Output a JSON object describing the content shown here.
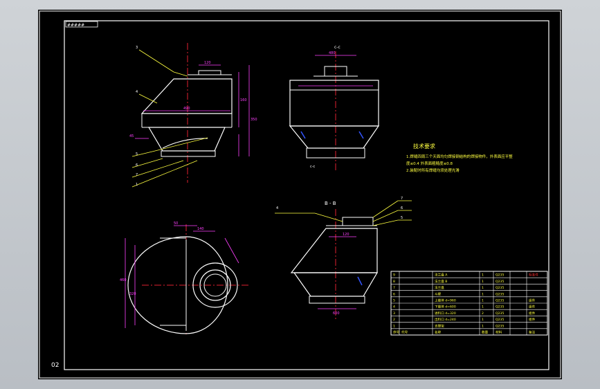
{
  "drawing": {
    "title_tag": "#####",
    "page_number": "02",
    "section_top_label": "c-c",
    "section_bottom_label": "c-c",
    "section_b_label": "B - B"
  },
  "tech_requirements": {
    "title": "技术要求",
    "lines": [
      "1.焊缝四周三个天面均匀焊接钢结构的焊接物件，外表面应平整",
      "度≤0.4  外表面粗糙度≤0.8",
      "2.装配时所有焊缝均须处理光滑"
    ]
  },
  "part_labels_left": [
    "3",
    "4",
    "5",
    "6",
    "7",
    "1"
  ],
  "part_labels_right": [
    "7",
    "6",
    "5"
  ],
  "part_label_b": "4",
  "dimensions": {
    "top_width": "120",
    "mid_width": "490",
    "height_main": "160",
    "height_total": "350",
    "base_width": "600",
    "side_a": "45",
    "plan_height": "460",
    "plan_inner": "320",
    "plan_top": "140",
    "plan_off": "50",
    "section_dim": "120",
    "right_top": "480"
  },
  "bom": {
    "rows": [
      {
        "no": "9",
        "code": "",
        "name": "法兰盘 A",
        "qty": "1",
        "mat": "Q235",
        "note": "标准件"
      },
      {
        "no": "8",
        "code": "",
        "name": "法兰盘 B",
        "qty": "1",
        "mat": "Q235",
        "note": ""
      },
      {
        "no": "7",
        "code": "",
        "name": "法兰盘",
        "qty": "1",
        "mat": "Q235",
        "note": ""
      },
      {
        "no": "6",
        "code": "",
        "name": "斗壁",
        "qty": "1",
        "mat": "Q235",
        "note": ""
      },
      {
        "no": "5",
        "code": "",
        "name": "上锥体 d=960",
        "qty": "1",
        "mat": "Q235",
        "note": "组件"
      },
      {
        "no": "4",
        "code": "",
        "name": "下锥体 d=600",
        "qty": "1",
        "mat": "Q235",
        "note": "组件"
      },
      {
        "no": "3",
        "code": "",
        "name": "进料口 d=320",
        "qty": "2",
        "mat": "Q235",
        "note": "组件"
      },
      {
        "no": "2",
        "code": "",
        "name": "出料口 d=240",
        "qty": "1",
        "mat": "Q235",
        "note": "组件"
      },
      {
        "no": "1",
        "code": "",
        "name": "支撑架",
        "qty": "1",
        "mat": "Q235",
        "note": ""
      }
    ],
    "header": {
      "no": "序号",
      "code": "代号",
      "name": "名称",
      "qty": "数量",
      "mat": "材料",
      "note": "备注"
    }
  },
  "colors": {
    "background": "#000000",
    "border": "#ffffff",
    "outline": "#ffffff",
    "centerline": "#e0202f",
    "dimension": "#ff40ff",
    "leader": "#ffff40",
    "hidden": "#3355ff",
    "text": "#ffff40",
    "red_text": "#ff3030"
  }
}
